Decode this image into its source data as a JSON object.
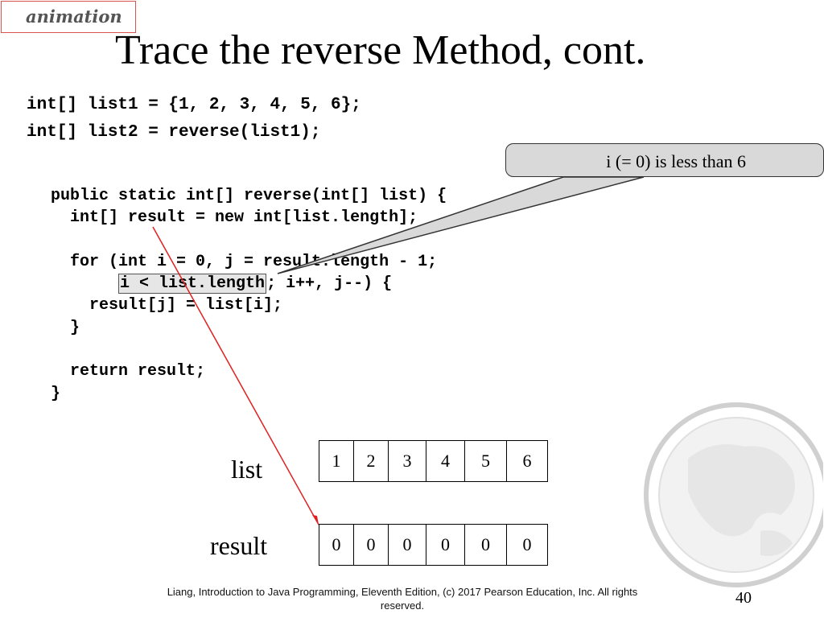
{
  "badge": "animation",
  "title": "Trace the reverse Method, cont.",
  "code_top": [
    "int[] list1 = {1, 2, 3, 4, 5, 6};",
    "int[] list2 = reverse(list1);"
  ],
  "code_method": {
    "line1": "  public static int[] reverse(int[] list) {",
    "line2": "    int[] result = new int[list.length];",
    "line3": "",
    "line4": "    for (int i = 0, j = result.length - 1;",
    "line5_pre": "         ",
    "line5_hl": "i < list.length",
    "line5_post": "; i++, j--) {",
    "line6": "      result[j] = list[i];",
    "line7": "    }",
    "line8": "",
    "line9": "    return result;",
    "line10": "  }"
  },
  "callout": "i (= 0) is less than 6",
  "arrays": {
    "list": {
      "label": "list",
      "values": [
        "1",
        "2",
        "3",
        "4",
        "5",
        "6"
      ]
    },
    "result": {
      "label": "result",
      "values": [
        "0",
        "0",
        "0",
        "0",
        "0",
        "0"
      ]
    }
  },
  "footer": "Liang, Introduction to Java Programming, Eleventh Edition, (c) 2017 Pearson Education, Inc. All rights reserved.",
  "page_number": "40",
  "colors": {
    "badge_border": "#d9534f",
    "pointer_line": "#e02020",
    "callout_fill": "#d9d9d9"
  }
}
